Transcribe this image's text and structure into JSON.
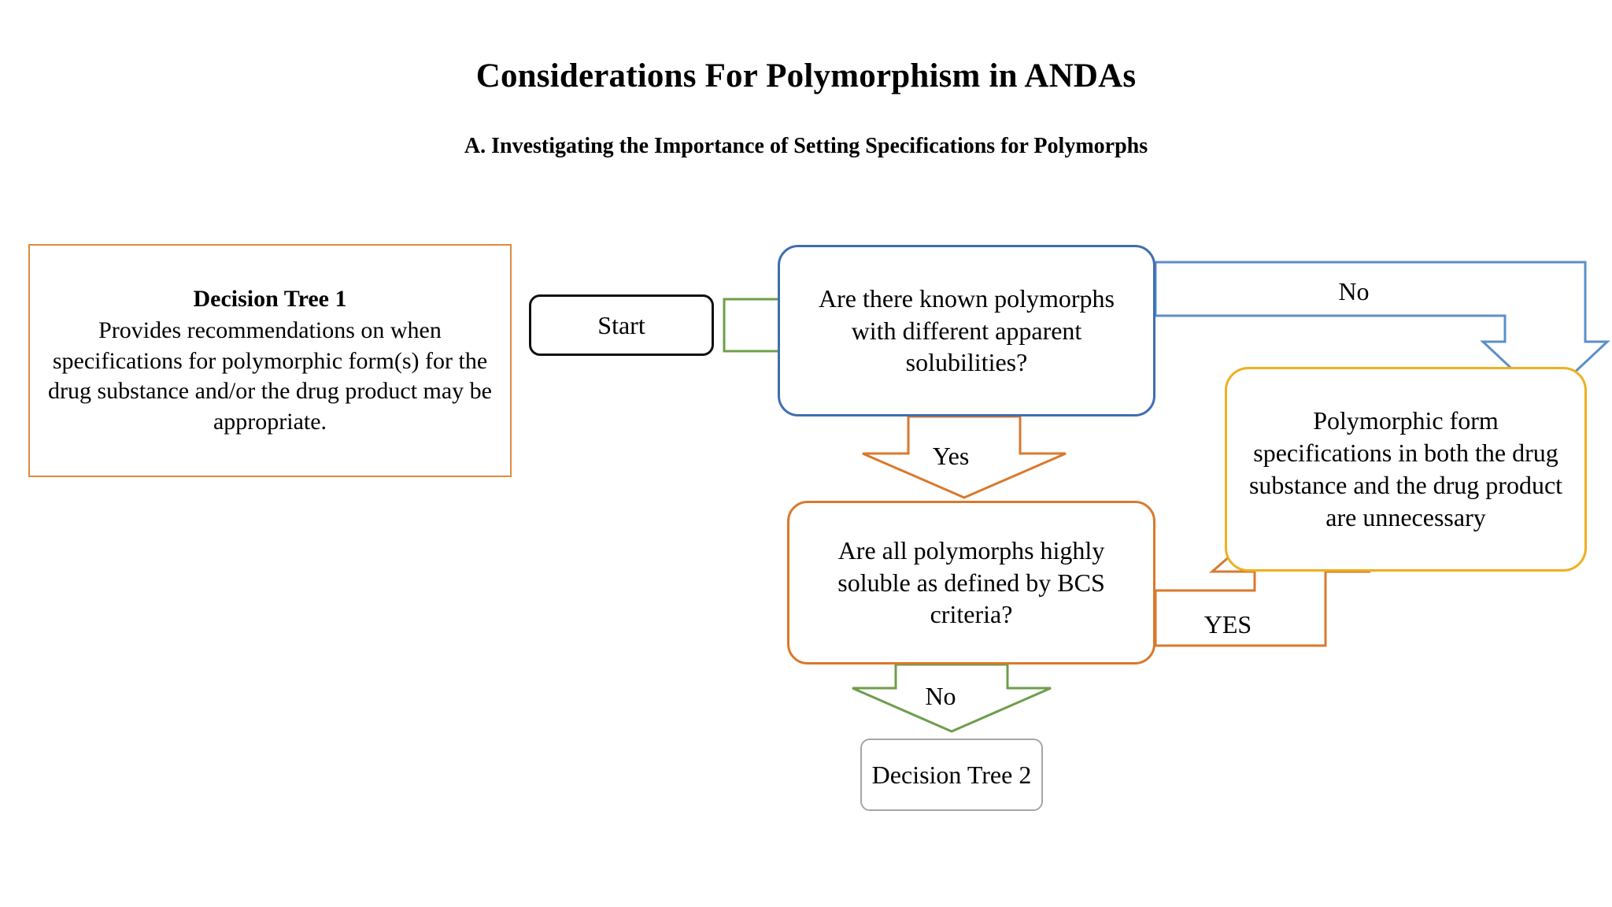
{
  "page": {
    "title": "Considerations For Polymorphism in ANDAs",
    "subtitle": "A.  Investigating the Importance of Setting Specifications for Polymorphs"
  },
  "info_card": {
    "title": "Decision Tree 1",
    "body": "Provides recommendations on when specifications for polymorphic form(s) for the drug substance and/or the drug product may be appropriate."
  },
  "nodes": {
    "start": {
      "label": "Start",
      "border_color": "#111111"
    },
    "question_1": {
      "label": "Are there known polymorphs with different apparent solubilities?",
      "border_color": "#3F6EAF"
    },
    "question_2": {
      "label": "Are all polymorphs highly soluble as defined by BCS criteria?",
      "border_color": "#D9792C"
    },
    "outcome": {
      "label": "Polymorphic form specifications in both the drug substance and the drug product are unnecessary",
      "border_color": "#EDB01F"
    },
    "decision_tree_2": {
      "label": "Decision Tree 2",
      "border_color": "#A6A6A6"
    }
  },
  "edges": {
    "start_to_q1": {
      "label": "",
      "color": "#6E9E4B"
    },
    "q1_no": {
      "label": "No",
      "color": "#5B8FC9"
    },
    "q1_yes": {
      "label": "Yes",
      "color": "#D9792C"
    },
    "q2_yes": {
      "label": "YES",
      "color": "#D9792C"
    },
    "q2_no": {
      "label": "No",
      "color": "#6E9E4B"
    }
  },
  "colors": {
    "background": "#FFFFFF",
    "text": "#000000",
    "orange": "#D9792C",
    "orange_light": "#E08A3C",
    "blue": "#3F6EAF",
    "blue_light": "#5B8FC9",
    "yellow": "#EDB01F",
    "green": "#6E9E4B",
    "grey": "#A6A6A6"
  }
}
